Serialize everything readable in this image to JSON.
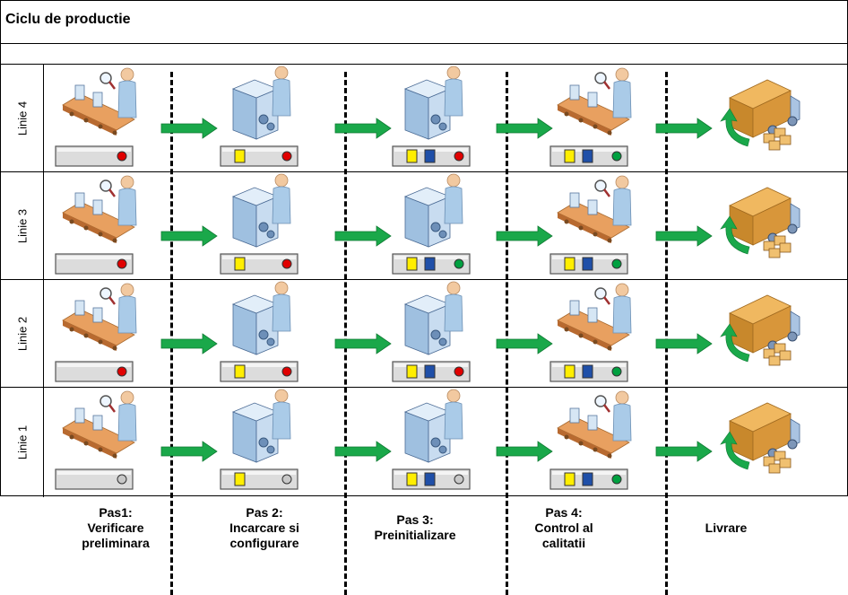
{
  "title": "Ciclu de productie",
  "lanes": [
    {
      "label": "Linie 4",
      "status": [
        "red",
        "red",
        "red",
        "green",
        null
      ]
    },
    {
      "label": "Linie 3",
      "status": [
        "red",
        "red",
        "green",
        "green",
        null
      ]
    },
    {
      "label": "Linie 2",
      "status": [
        "red",
        "red",
        "red",
        "green",
        null
      ]
    },
    {
      "label": "Linie 1",
      "status": [
        "gray",
        "gray",
        "gray",
        "green",
        null
      ]
    }
  ],
  "steps": [
    {
      "name": "Pas1:",
      "desc1": "Verificare",
      "desc2": "preliminara",
      "icon": "inspection-icon",
      "chips": []
    },
    {
      "name": "Pas 2:",
      "desc1": "Incarcare si",
      "desc2": "configurare",
      "icon": "worker-machine-icon",
      "chips": [
        "yellow"
      ]
    },
    {
      "name": "Pas 3:",
      "desc1": "Preinitializare",
      "desc2": "",
      "icon": "worker-machine-icon",
      "chips": [
        "yellow",
        "blue"
      ]
    },
    {
      "name": "Pas 4:",
      "desc1": "Control al",
      "desc2": "calitatii",
      "icon": "inspection-icon",
      "chips": [
        "yellow",
        "blue"
      ]
    },
    {
      "name": "Livrare",
      "desc1": "",
      "desc2": "",
      "icon": "delivery-truck-icon",
      "chips": []
    }
  ],
  "colors": {
    "arrow": "#1aa84a",
    "chip_yellow": "#ffee00",
    "chip_blue": "#1f4fa8",
    "led_red": "#e00000",
    "led_green": "#00a040",
    "led_gray": "#c8c8c8",
    "truck_body": "#d8963a"
  }
}
